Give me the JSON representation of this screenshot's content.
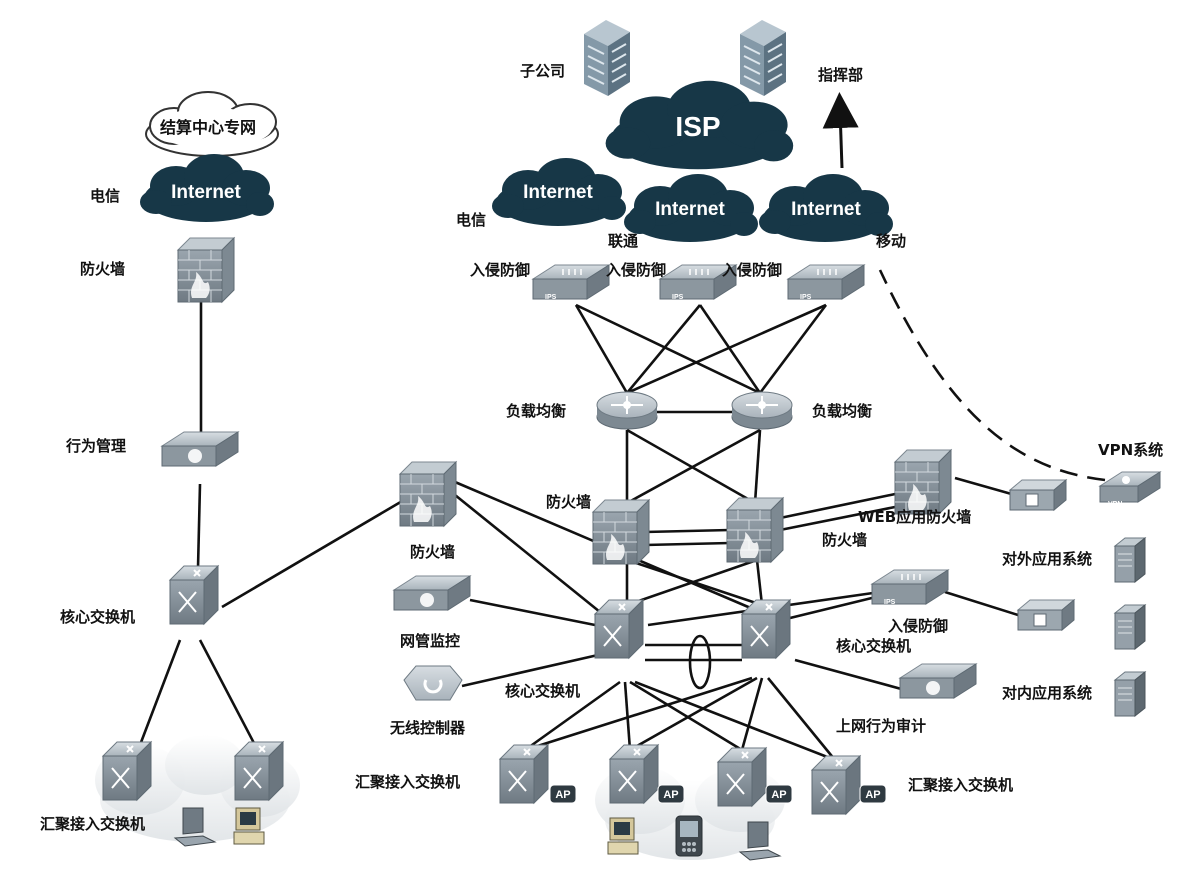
{
  "left": {
    "cloud_settlement": "结算中心专网",
    "internet": "Internet",
    "telecom": "电信",
    "firewall": "防火墙",
    "behavior_mgmt": "行为管理",
    "core_switch": "核心交换机",
    "agg_switch": "汇聚接入交换机"
  },
  "top": {
    "subsidiary": "子公司",
    "command": "指挥部",
    "isp": "ISP",
    "internet_telecom": "Internet",
    "internet_unicom": "Internet",
    "internet_mobile": "Internet",
    "telecom": "电信",
    "unicom": "联通",
    "mobile": "移动",
    "ips1": "入侵防御",
    "ips2": "入侵防御",
    "ips3": "入侵防御",
    "ips_tag": "IPS"
  },
  "center": {
    "lb1": "负载均衡",
    "lb2": "负载均衡",
    "fw_center_left": "防火墙",
    "fw_center_right": "防火墙",
    "fw_mid": "防火墙",
    "nms": "网管监控",
    "wlc": "无线控制器",
    "core_left": "核心交换机",
    "core_right": "核心交换机",
    "agg_left": "汇聚接入交换机",
    "agg_right": "汇聚接入交换机",
    "ap": "AP",
    "ips_core": "入侵防御",
    "behavior_audit": "上网行为审计"
  },
  "right": {
    "vpn": "VPN系统",
    "waf": "WEB应用防火墙",
    "external_apps": "对外应用系统",
    "internal_apps": "对内应用系统",
    "vpn_tag": "VPN"
  }
}
